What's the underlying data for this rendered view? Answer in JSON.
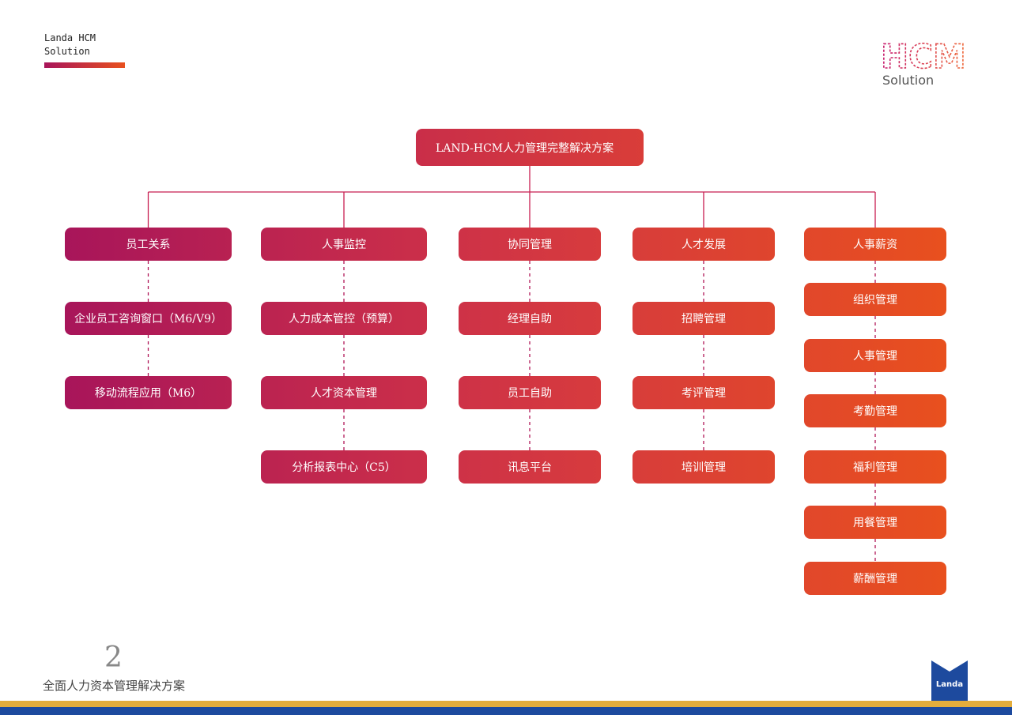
{
  "brand": {
    "line1": "Landa HCM",
    "line2": "Solution"
  },
  "logo": {
    "mark": "HCM",
    "sub": "Solution",
    "footer_logo": "Landa"
  },
  "root": {
    "label": "LAND-HCM人力管理完整解决方案"
  },
  "columns": [
    {
      "label": "员工关系",
      "items": [
        "企业员工咨询窗口（M6/V9）",
        "移动流程应用（M6）"
      ]
    },
    {
      "label": "人事监控",
      "items": [
        "人力成本管控（预算）",
        "人才资本管理",
        "分析报表中心（C5）"
      ]
    },
    {
      "label": "协同管理",
      "items": [
        "经理自助",
        "员工自助",
        "讯息平台"
      ]
    },
    {
      "label": "人才发展",
      "items": [
        "招聘管理",
        "考评管理",
        "培训管理"
      ]
    },
    {
      "label": "人事薪资",
      "items": [
        "组织管理",
        "人事管理",
        "考勤管理",
        "福利管理",
        "用餐管理",
        "薪酬管理"
      ]
    }
  ],
  "footer": {
    "page_number": "2",
    "caption": "全面人力资本管理解决方案"
  },
  "colors": {
    "magenta": "#a8155a",
    "crimson": "#d23545",
    "orange": "#e8501e",
    "line_solid": "#c81e52",
    "line_dashed": "#b01758"
  }
}
